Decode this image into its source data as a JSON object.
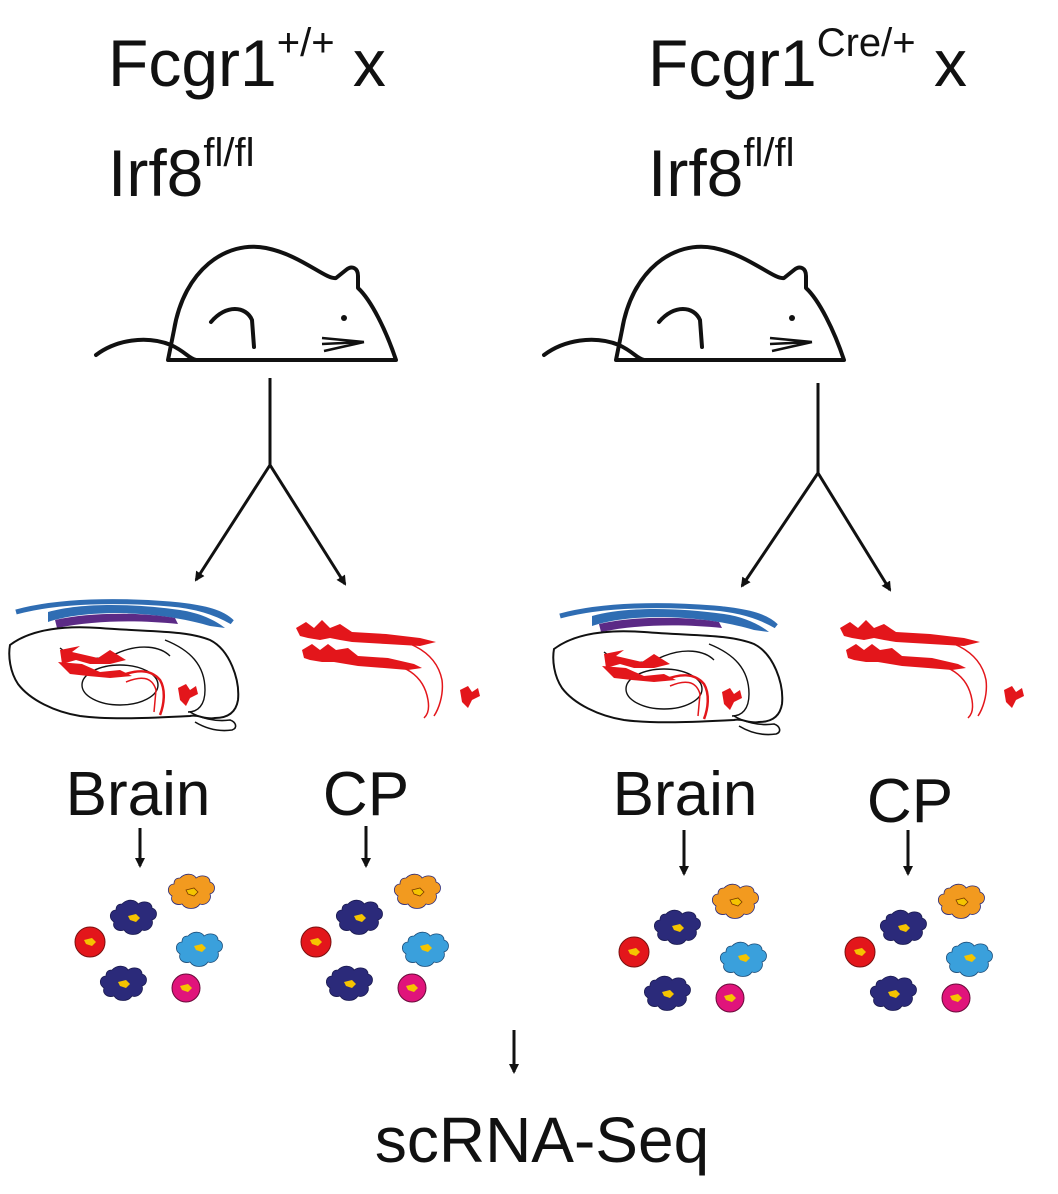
{
  "left_group": {
    "line1_base": "Fcgr1",
    "line1_sup": "+/+",
    "line1_tail": " x",
    "line2_base": "Irf8",
    "line2_sup": "fl/fl",
    "tissue_brain": "Brain",
    "tissue_cp": "CP"
  },
  "right_group": {
    "line1_base": "Fcgr1",
    "line1_sup": "Cre/+",
    "line1_tail": " x",
    "line2_base": "Irf8",
    "line2_sup": "fl/fl",
    "tissue_brain": "Brain",
    "tissue_cp": "CP"
  },
  "final_step": "scRNA-Seq",
  "colors": {
    "ink": "#111111",
    "red": "#e3161b",
    "purple": "#5b2a86",
    "blue": "#2f6db3",
    "navy": "#2b2a7a",
    "orange": "#f29a1f",
    "light_blue": "#3aa0dc",
    "magenta": "#e0147b",
    "yellow": "#f5c400"
  },
  "icons": [
    "mouse-icon",
    "brain-section-icon",
    "choroid-plexus-icon",
    "cell-icon"
  ]
}
